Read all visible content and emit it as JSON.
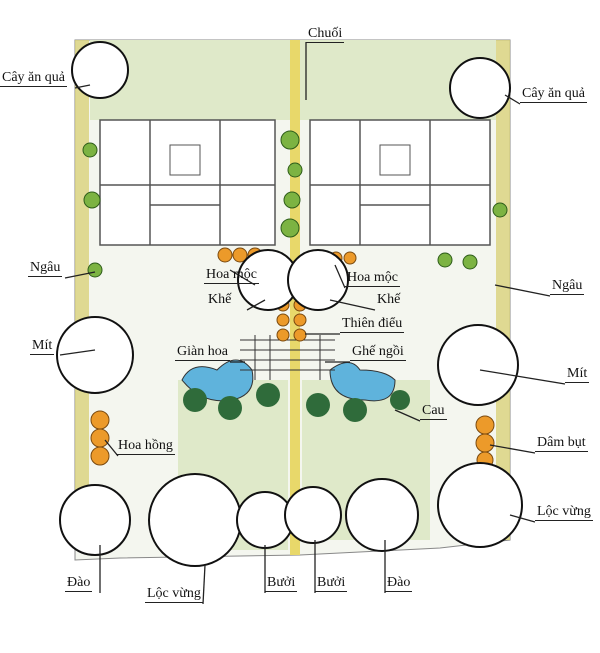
{
  "title": "Landscape site plan",
  "labels": {
    "chuoi": "Chuối",
    "cay_an_qua_left": "Cây ăn quả",
    "cay_an_qua_right": "Cây ăn quả",
    "ngau_left": "Ngâu",
    "ngau_right": "Ngâu",
    "hoa_moc_left": "Hoa mộc",
    "hoa_moc_right": "Hoa mộc",
    "khe_left": "Khế",
    "khe_right": "Khế",
    "thien_dieu": "Thiên điểu",
    "gian_hoa": "Giàn hoa",
    "ghe_ngoi": "Ghế ngồi",
    "mit_left": "Mít",
    "mit_right": "Mít",
    "cau": "Cau",
    "hoa_hong": "Hoa hồng",
    "dam_but": "Dâm bụt",
    "loc_vung_right": "Lộc vừng",
    "loc_vung_left": "Lộc vừng",
    "dao_left": "Đào",
    "dao_right": "Đào",
    "buoi_left": "Bưởi",
    "buoi_right": "Bưởi"
  },
  "colors": {
    "lawn": "#dfe9c9",
    "border": "#d9d27a",
    "water": "#5fb3dc",
    "orange": "#ec9a2a",
    "green": "#7cb342",
    "palm": "#2f6b3a"
  }
}
